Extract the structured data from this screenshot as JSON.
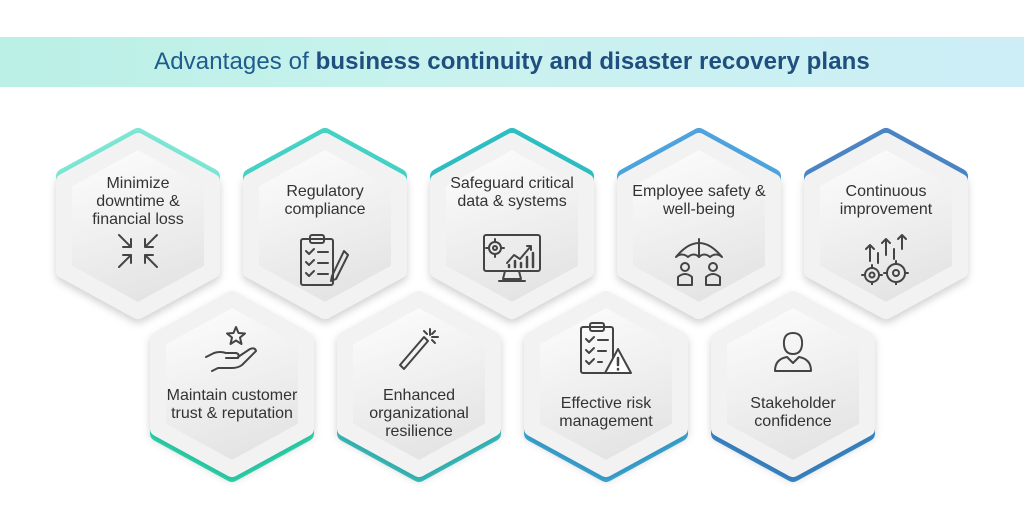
{
  "title": {
    "prefix": "Advantages of ",
    "bold": "business continuity and disaster recovery plans"
  },
  "top_row": [
    {
      "label": "Minimize downtime & financial loss",
      "icon": "arrows-inward-icon",
      "accent": "#7ee8d6"
    },
    {
      "label": "Regulatory compliance",
      "icon": "clipboard-checklist-icon",
      "accent": "#45d4c7"
    },
    {
      "label": "Safeguard critical data & systems",
      "icon": "monitor-gear-chart-icon",
      "accent": "#2ec0c4"
    },
    {
      "label": "Employee safety & well-being",
      "icon": "umbrella-people-icon",
      "accent": "#4ea5e0"
    },
    {
      "label": "Continuous improvement",
      "icon": "gears-arrows-up-icon",
      "accent": "#4b86c6"
    }
  ],
  "bottom_row": [
    {
      "label": "Maintain customer trust & reputation",
      "icon": "hand-star-icon",
      "accent": "#2fe0b6"
    },
    {
      "label": "Enhanced organizational resilience",
      "icon": "magic-wand-icon",
      "accent": "#3cc7c6"
    },
    {
      "label": "Effective risk management",
      "icon": "clipboard-warning-icon",
      "accent": "#3eaee0"
    },
    {
      "label": "Stakeholder confidence",
      "icon": "person-icon",
      "accent": "#3d8ed4"
    }
  ]
}
